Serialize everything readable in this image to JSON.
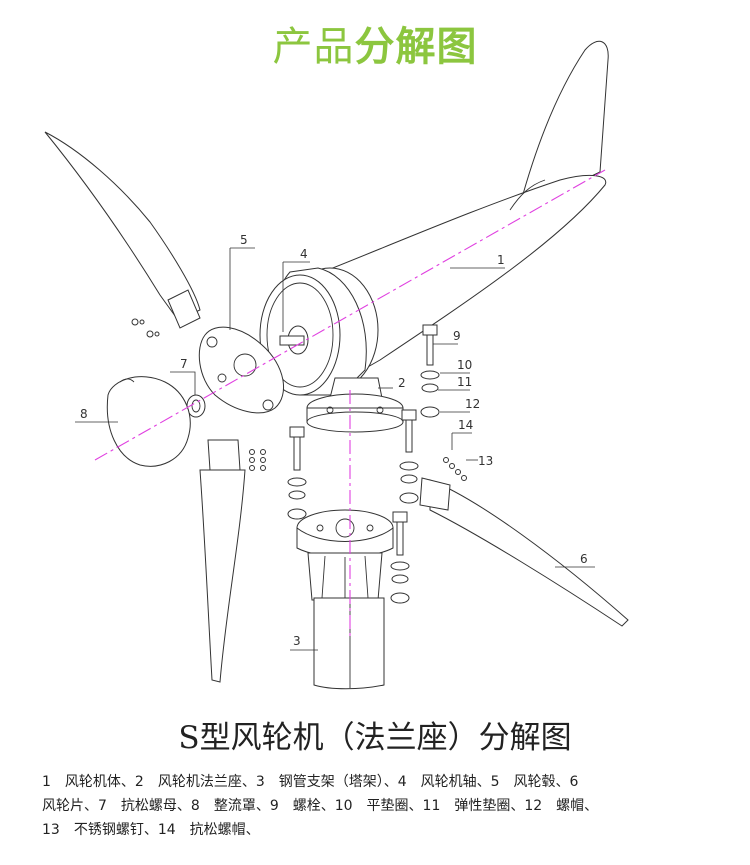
{
  "header": {
    "title_light": "产品",
    "title_bold": "分解图",
    "accent_color": "#8cc63f"
  },
  "diagram": {
    "axis_color": "#e040e0",
    "callouts": [
      "1",
      "2",
      "3",
      "4",
      "5",
      "6",
      "7",
      "8",
      "9",
      "10",
      "11",
      "12",
      "13",
      "14"
    ]
  },
  "caption": {
    "title": "S型风轮机（法兰座）分解图"
  },
  "legend": {
    "lines": [
      "1　风轮机体、2　风轮机法兰座、3　钢管支架（塔架）、4　风轮机轴、5　风轮毂、6",
      "风轮片、7　抗松螺母、8　整流罩、9　螺栓、10　平垫圈、11　弹性垫圈、12　螺帽、",
      "13　不锈钢螺钉、14　抗松螺帽、"
    ]
  }
}
